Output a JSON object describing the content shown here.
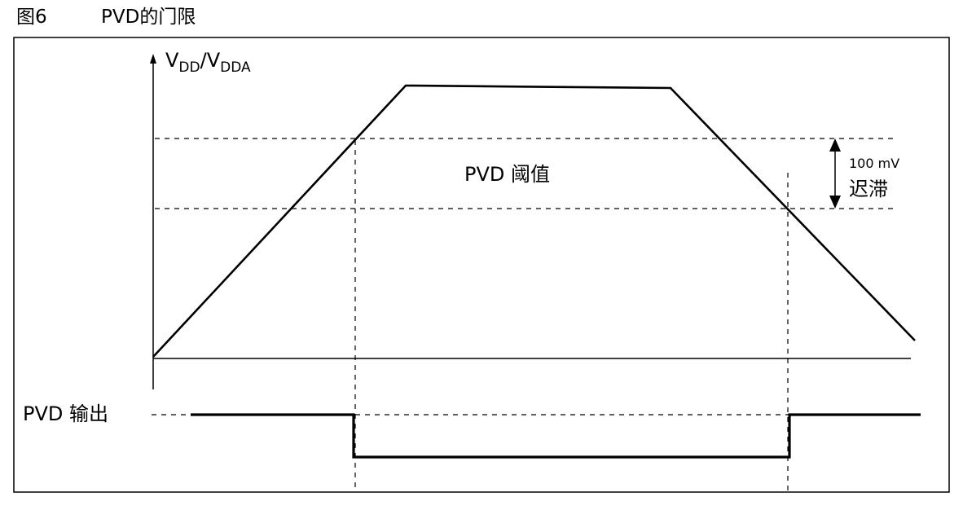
{
  "caption": {
    "figure_number": "图6",
    "title": "PVD的门限"
  },
  "diagram": {
    "y_axis_label": {
      "v1": "V",
      "sub1": "DD",
      "slash": "/",
      "v2": "V",
      "sub2": "DDA"
    },
    "threshold_label": "PVD 阈值",
    "hysteresis_value": "100 mV",
    "hysteresis_label": "迟滞",
    "output_label": "PVD 输出"
  }
}
